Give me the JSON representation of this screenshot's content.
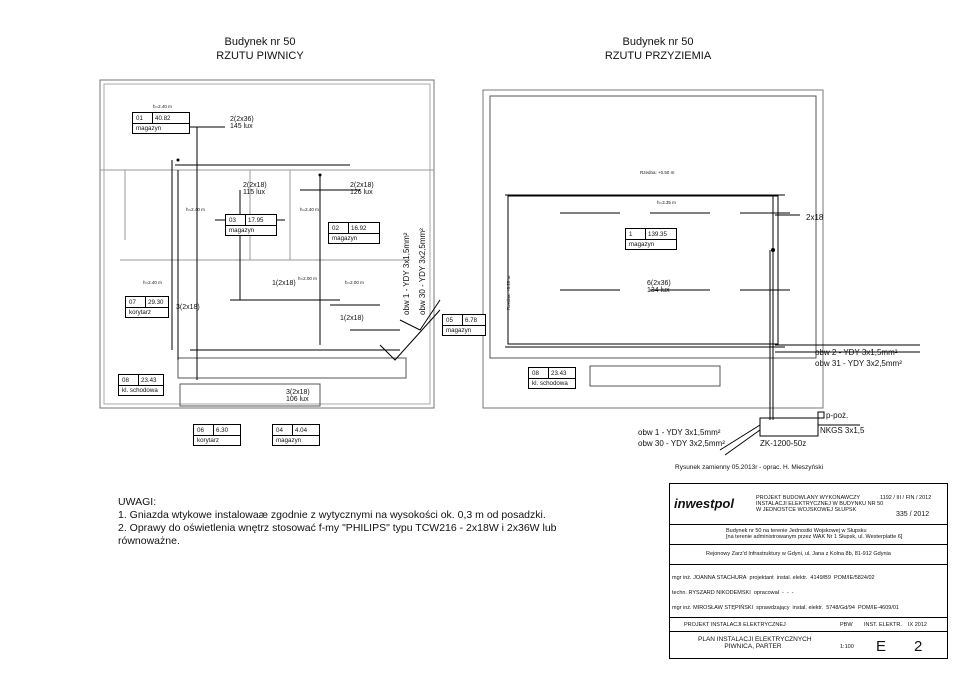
{
  "titles": {
    "left_building": "Budynek nr 50",
    "left_plan": "RZUTU PIWNICY",
    "right_building": "Budynek nr 50",
    "right_plan": "RZUTU PRZYZIEMIA"
  },
  "basement_rooms": [
    {
      "num": "01",
      "area": "40.82",
      "name": "magazyn"
    },
    {
      "num": "03",
      "area": "17.95",
      "name": "magazyn"
    },
    {
      "num": "02",
      "area": "16.92",
      "name": "magazyn"
    },
    {
      "num": "07",
      "area": "29.30",
      "name": "korytarz"
    },
    {
      "num": "05",
      "area": "6.78",
      "name": "magazyn"
    },
    {
      "num": "08",
      "area": "23.43",
      "name": "kl. schodowa"
    },
    {
      "num": "06",
      "area": "6.30",
      "name": "korytarz"
    },
    {
      "num": "04",
      "area": "4.04",
      "name": "magazyn"
    }
  ],
  "basement_labels": {
    "l1a": "2(2x36)",
    "l1b": "145 lux",
    "l2a": "2(2x18)",
    "l2b": "115 lux",
    "l3a": "2(2x18)",
    "l3b": "126 lux",
    "l4": "1(2x18)",
    "l5": "3(2x18)",
    "l6": "1(2x18)",
    "l7a": "3(2x18)",
    "l7b": "106 lux",
    "h1": "h=2.40 m",
    "h2": "h=2.40 m",
    "h3": "h=2.40 m",
    "h4": "h=2.00 m",
    "h5": "h=2.00 m",
    "h6": "h=2.40 m",
    "cable1": "obw 1 - YDY 3x1,5mm²",
    "cable2": "obw 30 - YDY 3x2,5mm²"
  },
  "ground_rooms": [
    {
      "num": "1",
      "area": "139.35",
      "name": "magazyn"
    },
    {
      "num": "08",
      "area": "23.43",
      "name": "kl. schodowa"
    }
  ],
  "ground_labels": {
    "l1a": "6(2x36)",
    "l1b": "134 lux",
    "l2": "2x18",
    "h1": "h=3.35 m",
    "p1": "Rzedna: +0.50 m",
    "p2": "Rzedna: +0.28 m",
    "c1": "obw 2 - YDY 3x1,5mm²",
    "c2": "obw 31 - YDY 3x2,5mm²",
    "c3": "obw 1 - YDY 3x1,5mm²",
    "c4": "obw 30 - YDY 3x2,5mm²",
    "ppoz": "p-poż.",
    "nkgs": "NKGS 3x1,5",
    "zk": "ZK-1200-50z"
  },
  "caption": "Rysunek zamienny 05.2013r - oprac. H. Mieszyński",
  "notes": {
    "heading": "UWAGI:",
    "n1": "1. Gniazda wtykowe instalowaæ zgodnie z wytycznymi na wysokości ok. 0,3 m od posadzki.",
    "n2": "2. Oprawy do oświetlenia wnętrz stosować f-my \"PHILIPS\" typu TCW216 - 2x18W i 2x36W lub",
    "n3": "równoważne."
  },
  "title_block": {
    "logo": "inwestpol",
    "project_title_1": "PROJEKT BUDOWLANY WYKONAWCZY",
    "project_title_2": "INSTALACJI ELEKTRYCZNEJ W BUDYNKU NR 50",
    "project_title_3": "W JEDNOSTCE WOJSKOWEJ SŁUPSK",
    "code_1": "1192 / III / FIN / 2012",
    "code_2": "335 / 2012",
    "location_1": "Budynek nr 50 na terenie Jednostki Wojskowej w Słupsku",
    "location_2": "[na terenie administrowanym przez WAK Nr 1 Słupsk, ul. Westerplatte 6]",
    "investor": "Rejonowy Zarz'd Infrastruktury w Gdyni, ul. Jana z Kolna 8b, 81-912 Gdynia",
    "staff": [
      {
        "name": "mgr inż. JOANNA STACHURA",
        "role": "projektant",
        "spec": "instal. elektr.",
        "perm": "4149/B9",
        "chamber": "POM/IE/5824/02"
      },
      {
        "name": "techn. RYSZARD NIKODEMSKI",
        "role": "opracował",
        "spec": "-",
        "perm": "-",
        "chamber": "-"
      },
      {
        "name": "mgr inż. MIROSŁAW STĘPIŃSKI",
        "role": "sprawdzający",
        "spec": "instal. elektr.",
        "perm": "5748/Gd/94",
        "chamber": "POM/IE-4609/01"
      }
    ],
    "stage": "PROJEKT INSTALACJI ELEKTRYCZNEJ",
    "stage_code": "PBW",
    "branch": "INST. ELEKTR.",
    "date": "IX 2012",
    "drawing_title_1": "PLAN INSTALACJI ELEKTRYCZNYCH",
    "drawing_title_2": "PIWNICA, PARTER",
    "scale": "1:100",
    "letter": "E",
    "sheet": "2"
  }
}
